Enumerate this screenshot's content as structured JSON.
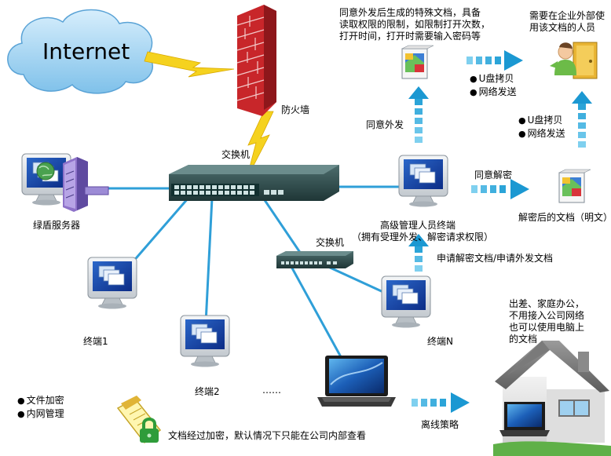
{
  "internet": "Internet",
  "firewall": "防火墙",
  "switch_main": "交换机",
  "switch_second": "交换机",
  "server": "绿盾服务器",
  "admin_terminal": {
    "title": "高级管理人员终端",
    "subtitle": "（拥有受理外发、解密请求权限）"
  },
  "terminal1": "终端1",
  "terminal2": "终端2",
  "terminalN": "终端N",
  "dots": "……",
  "approve_outgoing": "同意外发",
  "approve_decrypt": "同意解密",
  "apply": "申请解密文档/申请外发文档",
  "special_doc": [
    "同意外发后生成的特殊文档，具备",
    "读取权限的限制，如限制打开次数，",
    "打开时间，打开时需要输入密码等"
  ],
  "external_user": [
    "需要在企业外部使",
    "用该文档的人员"
  ],
  "send_methods_1": [
    "U盘拷贝",
    "网络发送"
  ],
  "send_methods_2": [
    "U盘拷贝",
    "网络发送"
  ],
  "decrypted_doc": "解密后的文档（明文）",
  "home_office": [
    "出差、家庭办公，",
    "不用接入公司网络",
    "也可以使用电脑上",
    "的文档"
  ],
  "offline": "离线策略",
  "features": [
    "文件加密",
    "内网管理"
  ],
  "encrypt_note": "文档经过加密，默认情况下只能在公司内部查看",
  "colors": {
    "line": "#2f9fd8",
    "arrow": "#2aa3d6",
    "cloud": "#8ecbf0",
    "firewall": "#c8262a",
    "lightning": "#f5d21f",
    "switch": "#2d4a4a"
  }
}
